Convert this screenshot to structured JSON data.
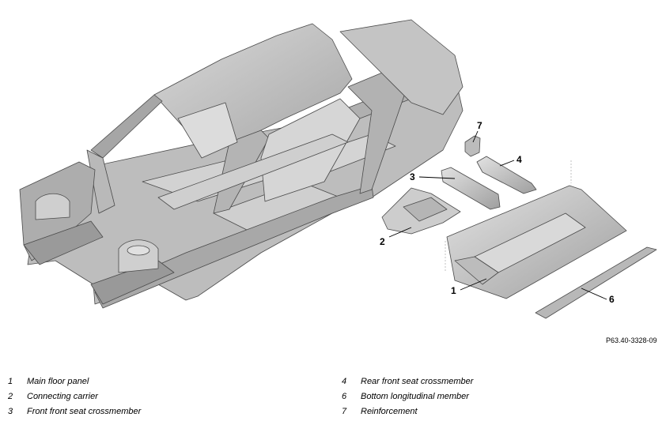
{
  "figure": {
    "reference_code": "P63.40-3328-09",
    "callouts": [
      "7",
      "4",
      "3",
      "2",
      "1",
      "6"
    ]
  },
  "legend": {
    "left": [
      {
        "num": "1",
        "text": "Main floor panel"
      },
      {
        "num": "2",
        "text": "Connecting carrier"
      },
      {
        "num": "3",
        "text": "Front front seat crossmember"
      }
    ],
    "right": [
      {
        "num": "4",
        "text": "Rear front seat crossmember"
      },
      {
        "num": "6",
        "text": "Bottom longitudinal member"
      },
      {
        "num": "7",
        "text": "Reinforcement"
      }
    ]
  },
  "colors": {
    "body_fill": "#c9c9c9",
    "body_dark": "#8e8e8e",
    "body_light": "#e4e4e4",
    "outline": "#4a4a4a"
  }
}
